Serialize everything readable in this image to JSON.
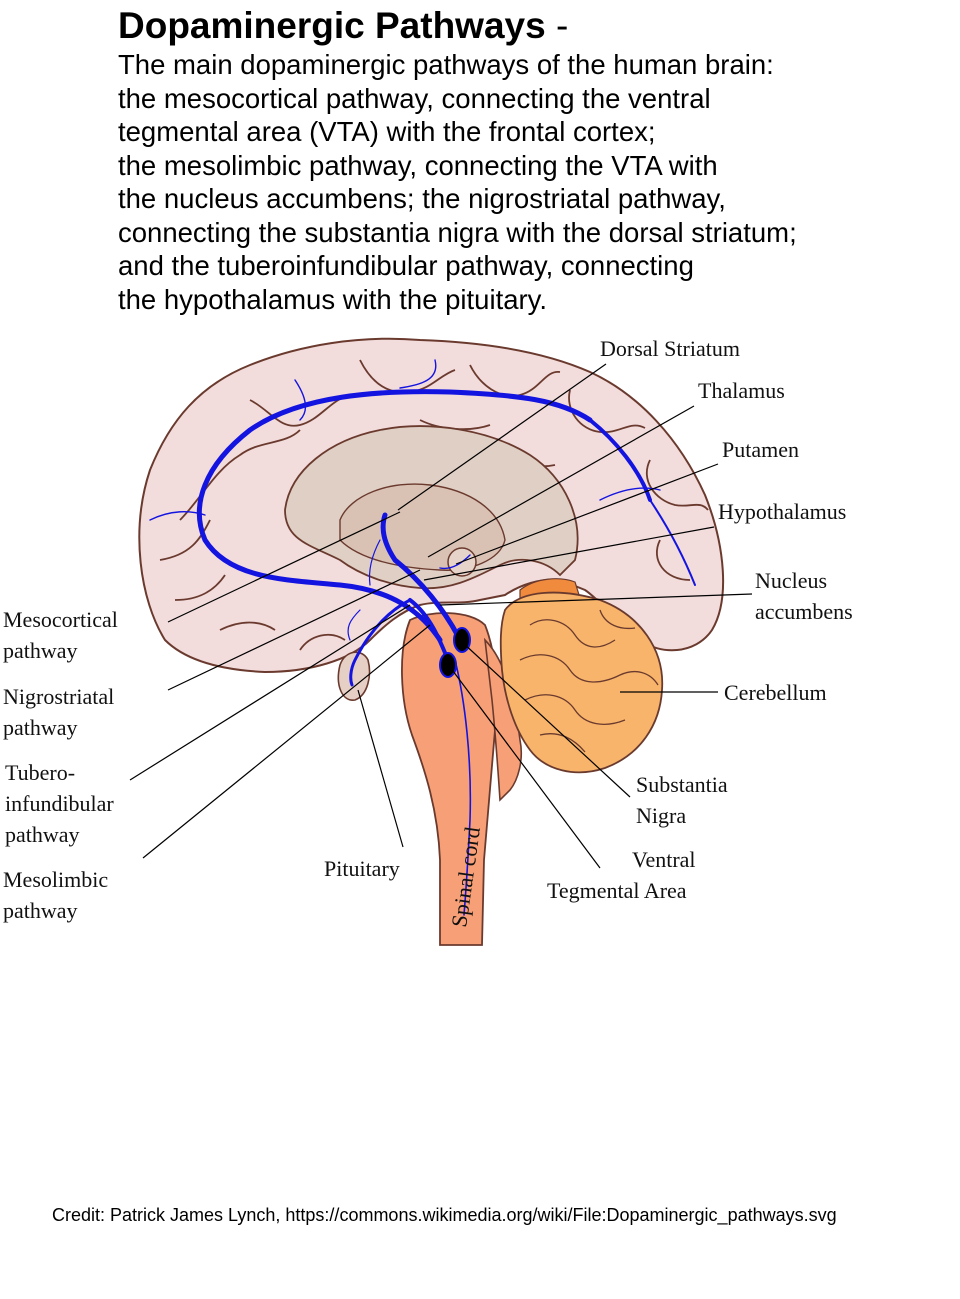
{
  "header": {
    "title": "Dopaminergic Pathways",
    "title_suffix": " -",
    "description_lines": [
      "The main dopaminergic pathways of the human brain:",
      "the mesocortical pathway, connecting the ventral",
      "tegmental area (VTA) with the frontal cortex;",
      "the mesolimbic pathway, connecting the VTA with",
      "the nucleus accumbens; the nigrostriatal pathway,",
      "connecting the substantia nigra with the dorsal striatum;",
      "and the tuberoinfundibular pathway, connecting",
      "the hypothalamus with the pituitary."
    ]
  },
  "labels": {
    "dorsal_striatum": "Dorsal Striatum",
    "thalamus": "Thalamus",
    "putamen": "Putamen",
    "hypothalamus": "Hypothalamus",
    "nucleus_accumbens": [
      "Nucleus",
      "accumbens"
    ],
    "cerebellum": "Cerebellum",
    "substantia_nigra": [
      "Substantia",
      "Nigra"
    ],
    "ventral_tegmental_area": [
      "Ventral",
      "Tegmental Area"
    ],
    "pituitary": "Pituitary",
    "spinal_cord": "Spinal cord",
    "mesocortical": [
      "Mesocortical",
      "pathway"
    ],
    "nigrostriatal": [
      "Nigrostriatal",
      "pathway"
    ],
    "tuberoinfundibular": [
      "Tubero-",
      "infundibular",
      "pathway"
    ],
    "mesolimbic": [
      "Mesolimbic",
      "pathway"
    ]
  },
  "colors": {
    "cortex_fill": "#f2dcdc",
    "cortex_stroke": "#6b3a2e",
    "inner_fill": "#e0cfc4",
    "brainstem_fill": "#f7a077",
    "cerebellum_fill": "#f7b46a",
    "accent_orange": "#f08a3c",
    "pathway_blue": "#1414e0",
    "leader_line": "#000000"
  },
  "credit": "Credit: Patrick James Lynch, https://commons.wikimedia.org/wiki/File:Dopaminergic_pathways.svg"
}
